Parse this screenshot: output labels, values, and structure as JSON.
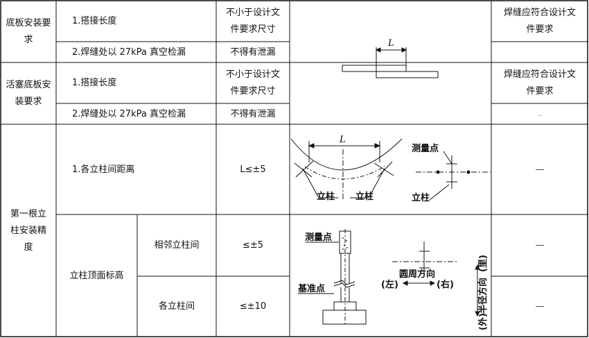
{
  "rows": {
    "base_plate": {
      "label": "底板安装要求",
      "item1": "1.搭接长度",
      "item1_req": "不小于设计文件要求尺寸",
      "item2": "2.焊缝处以 27kPa 真空检漏",
      "item2_req": "不得有泄漏",
      "remark": "焊缝应符合设计文件要求"
    },
    "piston_plate": {
      "label": "活塞底板安装要求",
      "item1": "1.搭接长度",
      "item1_req": "不小于设计文件要求尺寸",
      "item2": "2.焊缝处以 27kPa 真空检漏",
      "item2_req": "不得有泄漏",
      "remark": "焊缝应符合设计文件要求",
      "remark2": ".."
    },
    "column": {
      "label": "第一根立柱安装精度",
      "distance_item": "1.各立柱间距离",
      "distance_req": "L≤±5",
      "distance_remark": "—",
      "elevation_item": "立柱顶面标高",
      "adjacent_item": "相邻立柱间",
      "adjacent_req": "≤±5",
      "adjacent_remark": "—",
      "each_item": "各立柱间",
      "each_req": "≤±10",
      "each_remark": "—"
    }
  },
  "diagrams": {
    "lap": {
      "L": "L"
    },
    "distance": {
      "L": "L",
      "column_left": "立柱",
      "column_right": "立柱",
      "measure_point": "测量点",
      "column_side": "立柱"
    },
    "elevation": {
      "measure_point": "测量点",
      "datum_point": "基准点",
      "left": "(左)",
      "circumferential": "圆周方向",
      "right": "(右)",
      "outer": "(外)",
      "radial": "半径方向",
      "inner": "(里)"
    }
  }
}
